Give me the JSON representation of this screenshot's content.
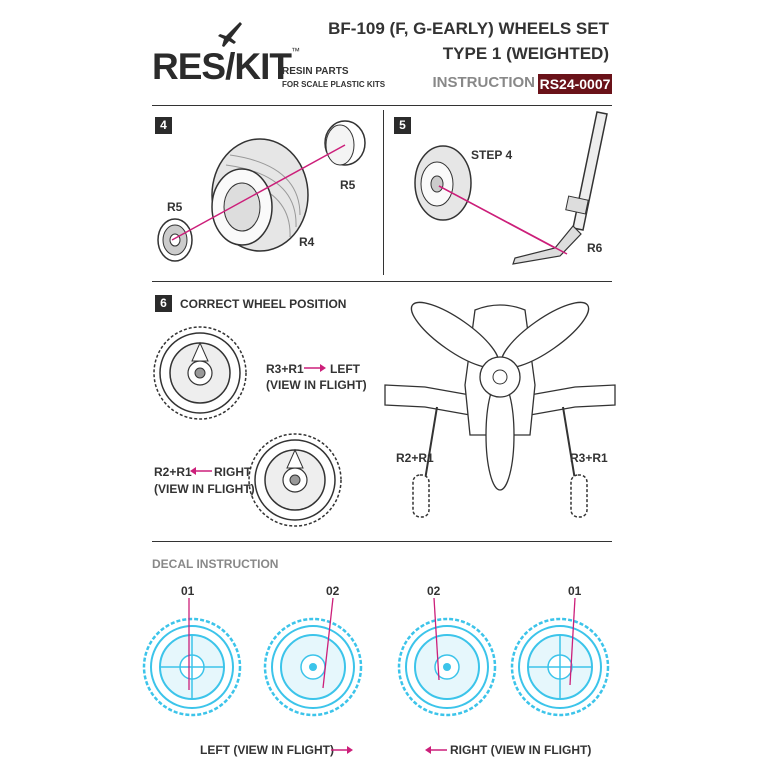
{
  "brand": {
    "logo_text": "RES/KIT",
    "logo_tm": "™",
    "tagline_1": "RESIN PARTS",
    "tagline_2": "FOR SCALE PLASTIC KITS"
  },
  "header": {
    "title": "BF-109 (F, G-EARLY) WHEELS SET",
    "subtitle": "TYPE 1 (WEIGHTED)",
    "instruction_label": "INSTRUCTION",
    "instruction_code": "RS24-0007"
  },
  "step4": {
    "number": "4",
    "labels": {
      "r5_top": "R5",
      "r5_left": "R5",
      "r4": "R4"
    }
  },
  "step5": {
    "number": "5",
    "labels": {
      "step_ref": "STEP 4",
      "r6": "R6"
    }
  },
  "step6": {
    "number": "6",
    "title": "CORRECT WHEEL POSITION",
    "left_wheel": {
      "parts": "R3+R1",
      "side": "LEFT",
      "note": "(VIEW IN FLIGHT)"
    },
    "right_wheel": {
      "parts": "R2+R1",
      "side": "RIGHT",
      "note": "(VIEW IN FLIGHT)"
    },
    "plane_left_label": "R2+R1",
    "plane_right_label": "R3+R1"
  },
  "decal": {
    "title": "DECAL INSTRUCTION",
    "wheel_labels": [
      "01",
      "02",
      "02",
      "01"
    ],
    "left_caption": "LEFT (VIEW IN FLIGHT)",
    "right_caption": "RIGHT (VIEW IN FLIGHT)"
  },
  "colors": {
    "accent": "#cc1f7a",
    "code_bg": "#6a1219",
    "decal_blue": "#3cc4ea",
    "ink": "#333333"
  }
}
